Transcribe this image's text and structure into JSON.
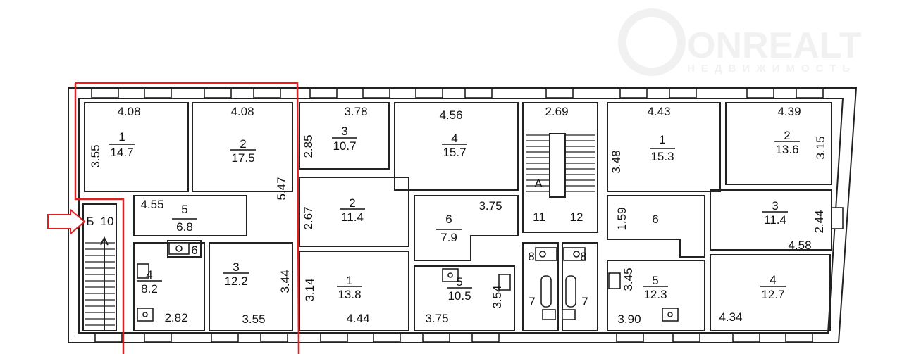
{
  "watermark": {
    "brand": "ONREALT",
    "tagline": "НЕДВИЖИМОСТЬ"
  },
  "colors": {
    "highlight": "#e02020",
    "walls": "#222222"
  },
  "left_block": {
    "room1": {
      "width": "4.08",
      "num": "1",
      "area": "14.7",
      "side": "3.55"
    },
    "room2": {
      "width": "4.08",
      "num": "2",
      "area": "17.5",
      "side": "5.47"
    },
    "room5": {
      "width": "4.55",
      "num": "5",
      "area": "6.8"
    },
    "entrance": {
      "letter": "Б",
      "num": "10"
    },
    "wc6": {
      "num": "6"
    },
    "room4": {
      "num": "4",
      "area": "8.2",
      "width": "2.82"
    },
    "room3": {
      "num": "3",
      "area": "12.2",
      "side": "3.44",
      "width": "3.55"
    }
  },
  "middle_block": {
    "room3": {
      "width": "3.78",
      "num": "3",
      "area": "10.7",
      "side": "2.85"
    },
    "room4": {
      "width": "4.56",
      "num": "4",
      "area": "15.7"
    },
    "stair": {
      "width": "2.69",
      "letter": "А",
      "left": "11",
      "right": "12"
    },
    "room2": {
      "num": "2",
      "area": "11.4",
      "side": "2.67"
    },
    "room6": {
      "width": "3.75",
      "num": "6",
      "area": "7.9"
    },
    "room1": {
      "num": "1",
      "area": "13.8",
      "side": "3.14",
      "width": "4.44"
    },
    "room5": {
      "num": "5",
      "area": "10.5",
      "side": "3.54",
      "width": "3.75"
    },
    "wc_left": "8",
    "wc_right": "8",
    "bath_left": "7",
    "bath_right": "7"
  },
  "right_block": {
    "room1": {
      "width": "4.43",
      "num": "1",
      "area": "15.3",
      "side": "3.48"
    },
    "room2": {
      "width": "4.39",
      "num": "2",
      "area": "13.6",
      "side": "3.15"
    },
    "room6": {
      "side": "1.59",
      "num": "6"
    },
    "room3": {
      "num": "3",
      "area": "11.4",
      "width": "4.58",
      "side": "2.44"
    },
    "room5": {
      "num": "5",
      "area": "12.3",
      "side": "3.45",
      "width": "3.90"
    },
    "room4": {
      "num": "4",
      "area": "12.7",
      "width": "4.34"
    }
  }
}
